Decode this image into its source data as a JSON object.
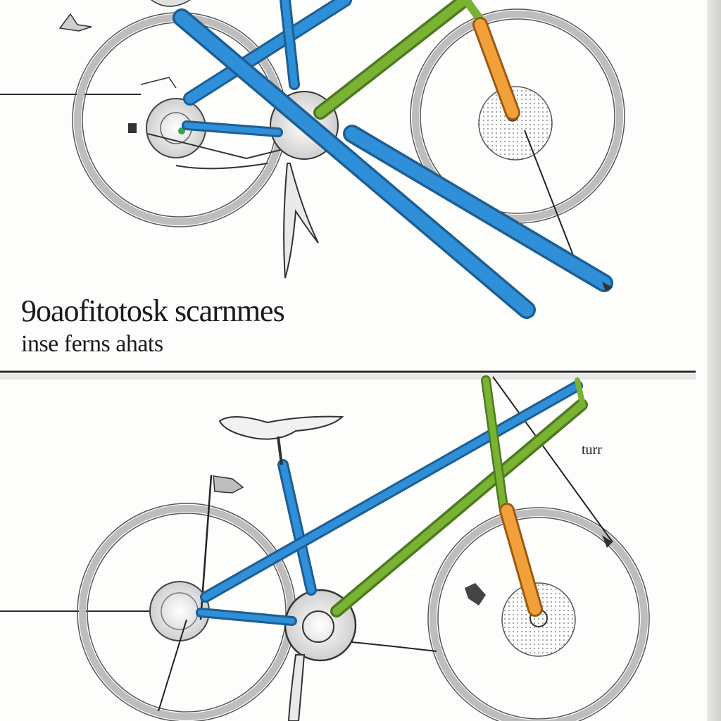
{
  "caption": {
    "line1": "9oaofitotosk scarnmes",
    "line2": "inse ferns ahats"
  },
  "small_label": "turr",
  "colors": {
    "tube_blue": "#2f8fd8",
    "tube_green": "#7ab233",
    "fork_orange": "#f2a13a",
    "tire_gray": "#bdbdbd",
    "ink": "#222222",
    "divider": "#2a2a2a"
  }
}
